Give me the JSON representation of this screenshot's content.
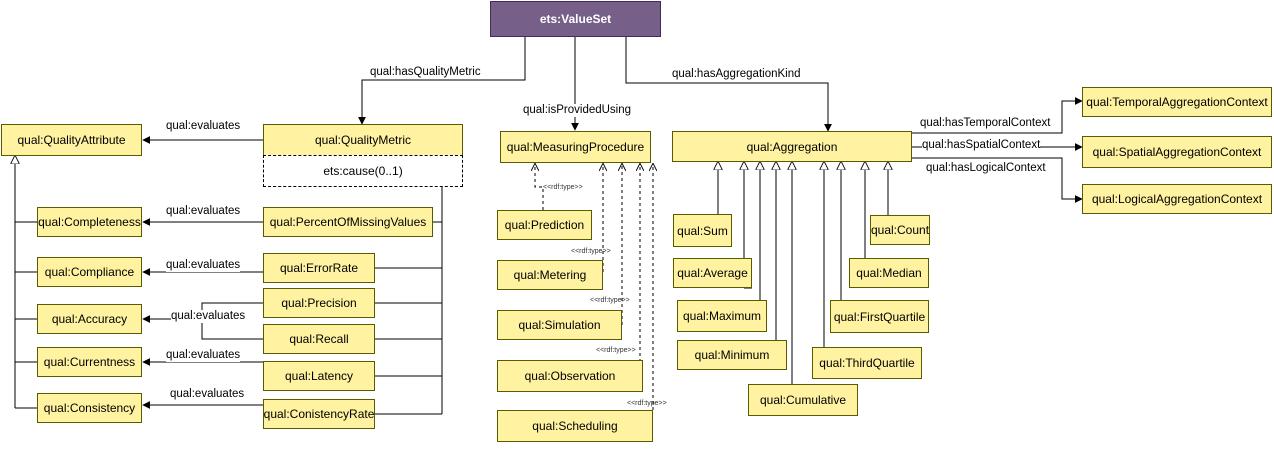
{
  "nodes": {
    "valueset": "ets:ValueSet",
    "quality_attribute": "qual:QualityAttribute",
    "quality_metric": "qual:QualityMetric",
    "quality_metric_attr": "ets:cause(0..1)",
    "completeness": "qual:Completeness",
    "compliance": "qual:Compliance",
    "accuracy": "qual:Accuracy",
    "currentness": "qual:Currentness",
    "consistency": "qual:Consistency",
    "percent_missing": "qual:PercentOfMissingValues",
    "error_rate": "qual:ErrorRate",
    "precision": "qual:Precision",
    "recall": "qual:Recall",
    "latency": "qual:Latency",
    "consistency_rate": "qual:ConistencyRate",
    "measuring_procedure": "qual:MeasuringProcedure",
    "prediction": "qual:Prediction",
    "metering": "qual:Metering",
    "simulation": "qual:Simulation",
    "observation": "qual:Observation",
    "scheduling": "qual:Scheduling",
    "aggregation": "qual:Aggregation",
    "sum": "qual:Sum",
    "average": "qual:Average",
    "maximum": "qual:Maximum",
    "minimum": "qual:Minimum",
    "cumulative": "qual:Cumulative",
    "third_quartile": "qual:ThirdQuartile",
    "first_quartile": "qual:FirstQuartile",
    "median": "qual:Median",
    "count": "qual:Count",
    "temporal_ctx": "qual:TemporalAggregationContext",
    "spatial_ctx": "qual:SpatialAggregationContext",
    "logical_ctx": "qual:LogicalAggregationContext"
  },
  "edges": {
    "has_quality_metric": "qual:hasQualityMetric",
    "is_provided_using": "qual:isProvidedUsing",
    "has_aggregation_kind": "qual:hasAggregationKind",
    "evaluates": "qual:evaluates",
    "has_temporal_context": "qual:hasTemporalContext",
    "has_spatial_context": "qual:hasSpatialContext",
    "has_logical_context": "qual:hasLogicalContext",
    "rdf_type": "<<rdf:type>>"
  },
  "colors": {
    "class_fill": "#fff2a0",
    "class_border": "#5a5a00",
    "root_fill": "#76608a",
    "root_border": "#432d57"
  }
}
